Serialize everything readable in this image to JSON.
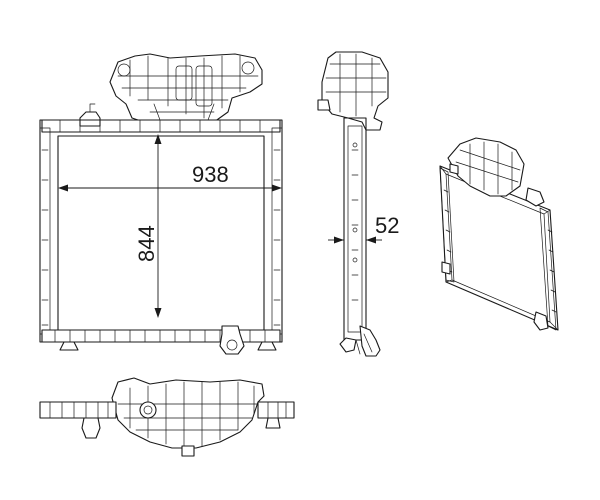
{
  "dimensions": {
    "width_label": "938",
    "height_label": "844",
    "depth_label": "52"
  }
}
